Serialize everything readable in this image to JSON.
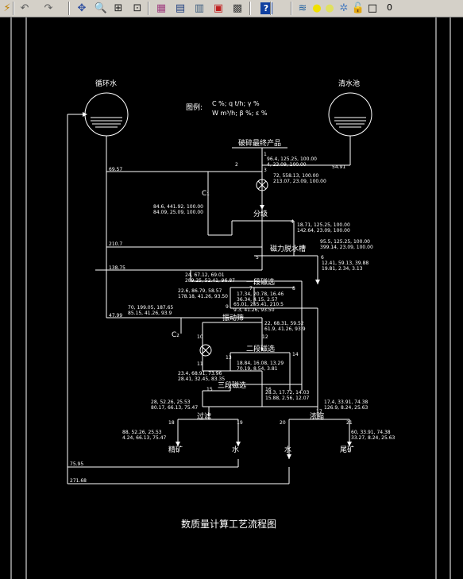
{
  "toolbar": {
    "items": [
      {
        "name": "lightning-icon",
        "glyph": "⚡",
        "color": "#c08000"
      },
      {
        "name": "undo-icon",
        "glyph": "↶",
        "color": "#606060"
      },
      {
        "name": "redo-icon",
        "glyph": "↷",
        "color": "#606060"
      },
      {
        "name": "pan-icon",
        "glyph": "✥",
        "color": "#3050a0"
      },
      {
        "name": "zoom-in-icon",
        "glyph": "🔍",
        "color": "#202020"
      },
      {
        "name": "zoom-window-icon",
        "glyph": "⊞",
        "color": "#202020"
      },
      {
        "name": "zoom-previous-icon",
        "glyph": "⊡",
        "color": "#202020"
      },
      {
        "name": "properties-icon",
        "glyph": "▦",
        "color": "#a04080"
      },
      {
        "name": "design-center-icon",
        "glyph": "▤",
        "color": "#204080"
      },
      {
        "name": "tool-palette-icon",
        "glyph": "▥",
        "color": "#406080"
      },
      {
        "name": "sheet-set-icon",
        "glyph": "▣",
        "color": "#c02020"
      },
      {
        "name": "calculator-icon",
        "glyph": "▩",
        "color": "#404040"
      },
      {
        "name": "help-icon",
        "glyph": "?",
        "color": "#ffffff"
      },
      {
        "name": "layers-icon",
        "glyph": "≋",
        "color": "#2060a0"
      },
      {
        "name": "light-bulb-icon",
        "glyph": "●",
        "color": "#f0e000"
      },
      {
        "name": "sun-icon",
        "glyph": "●",
        "color": "#e0e060"
      },
      {
        "name": "freeze-icon",
        "glyph": "✲",
        "color": "#5080c0"
      },
      {
        "name": "lock-icon",
        "glyph": "🔓",
        "color": "#c0a000"
      },
      {
        "name": "color-swatch-icon",
        "glyph": "□",
        "color": "#000000"
      }
    ],
    "layer_name": "0"
  },
  "diagram": {
    "title": "数质量计算工艺流程图",
    "tank_left_label": "循环水",
    "tank_right_label": "清水池",
    "legend": {
      "prefix": "图例:",
      "top": "C %; q t/h; γ %",
      "bottom": "W m³/h; β %; ε %"
    },
    "ops": {
      "crushing": "破碎最终产品",
      "classification": "分级",
      "magnetic_dewatering": "磁力脱水槽",
      "first_magnetic": "一段磁选",
      "vibrating_screen": "振动筛",
      "second_magnetic": "二段磁选",
      "third_magnetic": "三段磁选",
      "filtration": "过滤",
      "thickening": "浓缩"
    },
    "outputs": {
      "concentrate": "精矿",
      "water_left": "水",
      "water_right": "水",
      "tailings": "尾矿"
    },
    "equipment": {
      "c1": "C₁",
      "c2": "C₂"
    },
    "nodes": {
      "n1": "1",
      "n2": "2",
      "n3": "3",
      "n4": "4",
      "n5": "5",
      "n6": "6",
      "n7": "7",
      "n8": "8",
      "n9": "9",
      "n10": "10",
      "n11": "11",
      "n12": "12",
      "n13": "13",
      "n14": "14",
      "n15": "15",
      "n16": "16",
      "n17": "17",
      "n18": "18",
      "n19": "19",
      "n20": "20",
      "n21": "21"
    },
    "water_flows": {
      "w1": "69.57",
      "w2": "54.91",
      "w3": "210.7",
      "w4": "138.75",
      "w5": "47.99",
      "w6": "75.95",
      "w7": "271.68"
    },
    "streams": {
      "s1a": "96.4, 125.25, 100.00",
      "s1b": "4, 23.09, 100.00",
      "s3a": "72, 558.13, 100.00",
      "s3b": "213.07, 23.09, 100.00",
      "s2a": "84.6, 441.92, 100.00",
      "s2b": "84.09, 25.09, 100.00",
      "s4a": "18.71, 125.25, 100.00",
      "s4b": "142.64, 23.09, 100.00",
      "s5a": "95.5, 125.25, 100.00",
      "s5b": "399.14, 23.09, 100.00",
      "s6a": "12.41, 59.13, 39.88",
      "s6b": "19.81, 2.34, 3.13",
      "s7a": "24, 67.12, 69.01",
      "s7b": "289.25, 52.41, 96.87",
      "s8a": "17.34, 20.78, 16.46",
      "s8b": "36.34, 4.15, 2.57",
      "s9a": "65.01, 255.41, 210.5",
      "s9b": "9.3, 41.26, 93.50",
      "s10a": "70, 199.05, 187.65",
      "s10b": "85.15, 41.26, 93.9",
      "s11a": "22.6, 86.79, 58.57",
      "s11b": "178.18, 41.26, 93.50",
      "s12a": "22, 68.31, 59.52",
      "s12b": "61.9, 41.26, 93.9",
      "s13a": "18.84, 16.08, 13.29",
      "s13b": "70.19, 8.54, 3.81",
      "s14a": "23.4, 68.91, 73.96",
      "s14b": "28.41, 32.45, 83.35",
      "s15a": "28.3, 17.72, 14.03",
      "s15b": "15.88, 2.56, 12.07",
      "s16a": "28, 52.26, 25.53",
      "s16b": "80.17, 66.13, 75.47",
      "s17a": "17.4, 33.91, 74.38",
      "s17b": "126.9, 8.24, 25.63",
      "s18a": "88, 52.26, 25.53",
      "s18b": "4.24, 66.13, 75.47",
      "s19a": "60, 33.91, 74.38",
      "s19b": "33.27, 8.24, 25.63"
    }
  }
}
